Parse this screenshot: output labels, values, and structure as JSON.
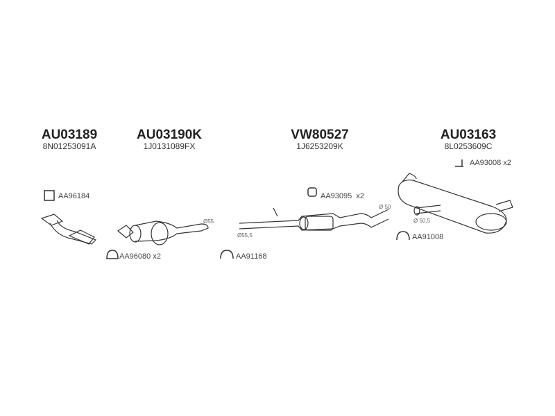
{
  "parts": [
    {
      "number": "AU03189",
      "oe": "8N01253091A"
    },
    {
      "number": "AU03190K",
      "oe": "1J0131089FX"
    },
    {
      "number": "VW80527",
      "oe": "1J6253209K"
    },
    {
      "number": "AU03163",
      "oe": "8L0253609C"
    }
  ],
  "accessories": [
    {
      "label": "AA96184"
    },
    {
      "label": "AA96080 x2"
    },
    {
      "label": "AA91168"
    },
    {
      "label": "AA93095  x2"
    },
    {
      "label": "AA91008"
    },
    {
      "label": "AA93008 x2"
    }
  ],
  "diameters": [
    "Ø55",
    "Ø55,5",
    "Ø 50",
    "Ø 50,5"
  ]
}
